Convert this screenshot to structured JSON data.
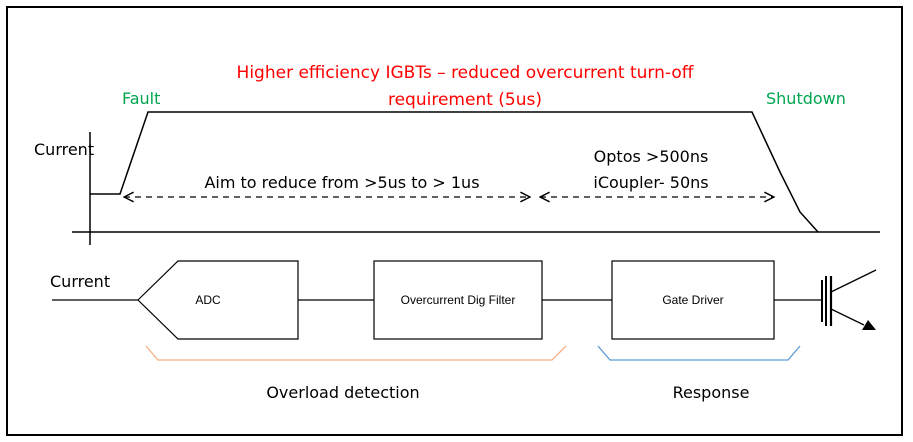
{
  "headline": {
    "line1": "Higher efficiency IGBTs – reduced overcurrent turn-off",
    "line2": "requirement (5us)"
  },
  "waveform": {
    "fault_label": "Fault",
    "shutdown_label": "Shutdown",
    "axis_label": "Current",
    "aim_label": "Aim to reduce from >5us to > 1us",
    "optos_label": "Optos >500ns",
    "icoupler_label": "iCoupler- 50ns"
  },
  "signal_chain": {
    "input_label": "Current",
    "blocks": {
      "adc": "ADC",
      "filter": "Overcurrent Dig Filter",
      "gate_driver": "Gate Driver"
    },
    "brackets": {
      "overload": "Overload detection",
      "response": "Response"
    }
  },
  "colors": {
    "headline": "#ff0000",
    "event_labels": "#00a550",
    "overload_bracket": "#f4b183",
    "response_bracket": "#5b9bd5",
    "lines": "#000000"
  }
}
